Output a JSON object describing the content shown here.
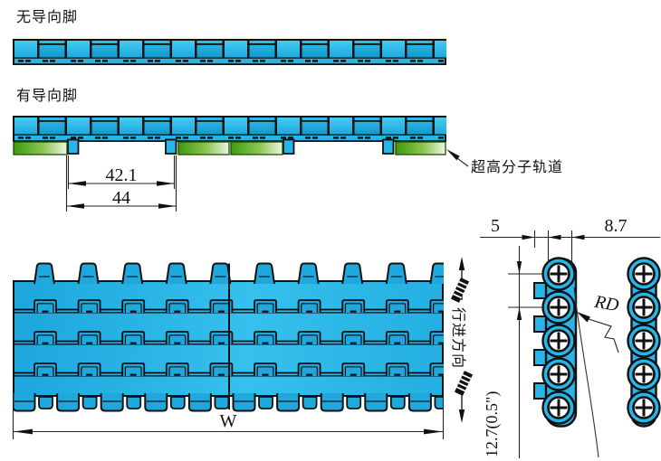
{
  "drawing": {
    "title_context": "modular-conveyor-belt-technical-drawing",
    "labels": {
      "no_guide": "无导向脚",
      "with_guide": "有导向脚",
      "track": "超高分子轨道",
      "direction": "行进方向"
    },
    "dims": {
      "inner": "42.1",
      "outer": "44",
      "width": "W",
      "tab": "5",
      "edge": "8.7",
      "radius": "RD",
      "pitch": "12.7(0.5\")"
    },
    "colors": {
      "belt_cyan": "#29b4e8",
      "belt_cyan_dark": "#1499cd",
      "track_green": "#3e9b0f",
      "track_green_pale": "#eef6e3",
      "outline": "#111111"
    }
  }
}
